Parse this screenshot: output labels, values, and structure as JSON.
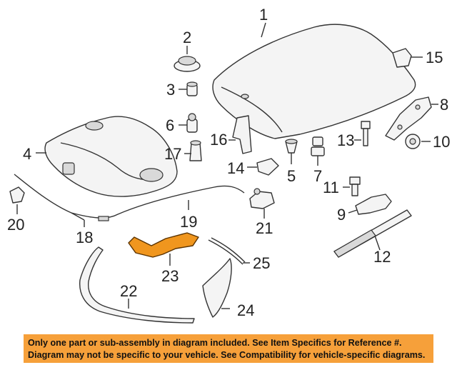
{
  "callouts": {
    "c1": "1",
    "c2": "2",
    "c3": "3",
    "c4": "4",
    "c5": "5",
    "c6": "6",
    "c7": "7",
    "c8": "8",
    "c9": "9",
    "c10": "10",
    "c11": "11",
    "c12": "12",
    "c13": "13",
    "c14": "14",
    "c15": "15",
    "c16": "16",
    "c17": "17",
    "c18": "18",
    "c19": "19",
    "c20": "20",
    "c21": "21",
    "c22": "22",
    "c23": "23",
    "c24": "24",
    "c25": "25"
  },
  "highlight_color": "#f0961e",
  "banner": {
    "line1": "Only one part or sub-assembly in diagram included. See Item Specifics for Reference #.",
    "line2": "Diagram may not be specific to your vehicle. See Compatibility for vehicle-specific diagrams.",
    "background": "#f6a03a"
  }
}
